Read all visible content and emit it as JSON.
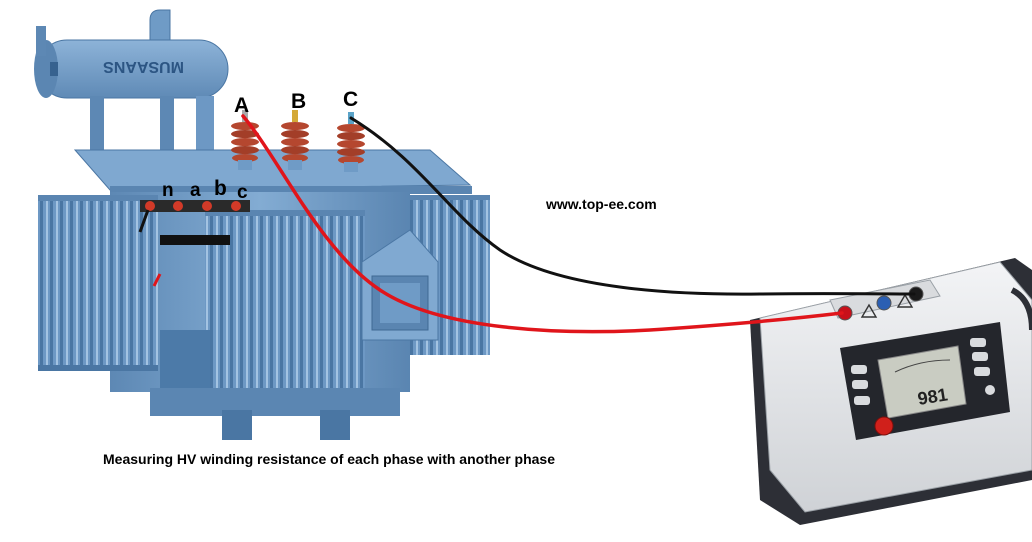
{
  "transformer": {
    "brand_text": "MUSAANS",
    "hv_labels": {
      "a": "A",
      "b": "B",
      "c": "C"
    },
    "lv_labels": {
      "n": "n",
      "a": "a",
      "b": "b",
      "c": "c"
    },
    "colors": {
      "body": "#6f9bc6",
      "body_dark": "#4c7aa8",
      "insulator": "#b5472f"
    }
  },
  "website": "www.top-ee.com",
  "caption": "Measuring HV winding resistance of each phase with another phase",
  "meter": {
    "reading": "981",
    "colors": {
      "case": "#e8e9eb",
      "bumper": "#2d2f36",
      "panel": "#24262c",
      "screen": "#c9ccc2",
      "button": "#d0201b"
    }
  },
  "leads": {
    "red": "#e0151b",
    "black": "#111111"
  }
}
